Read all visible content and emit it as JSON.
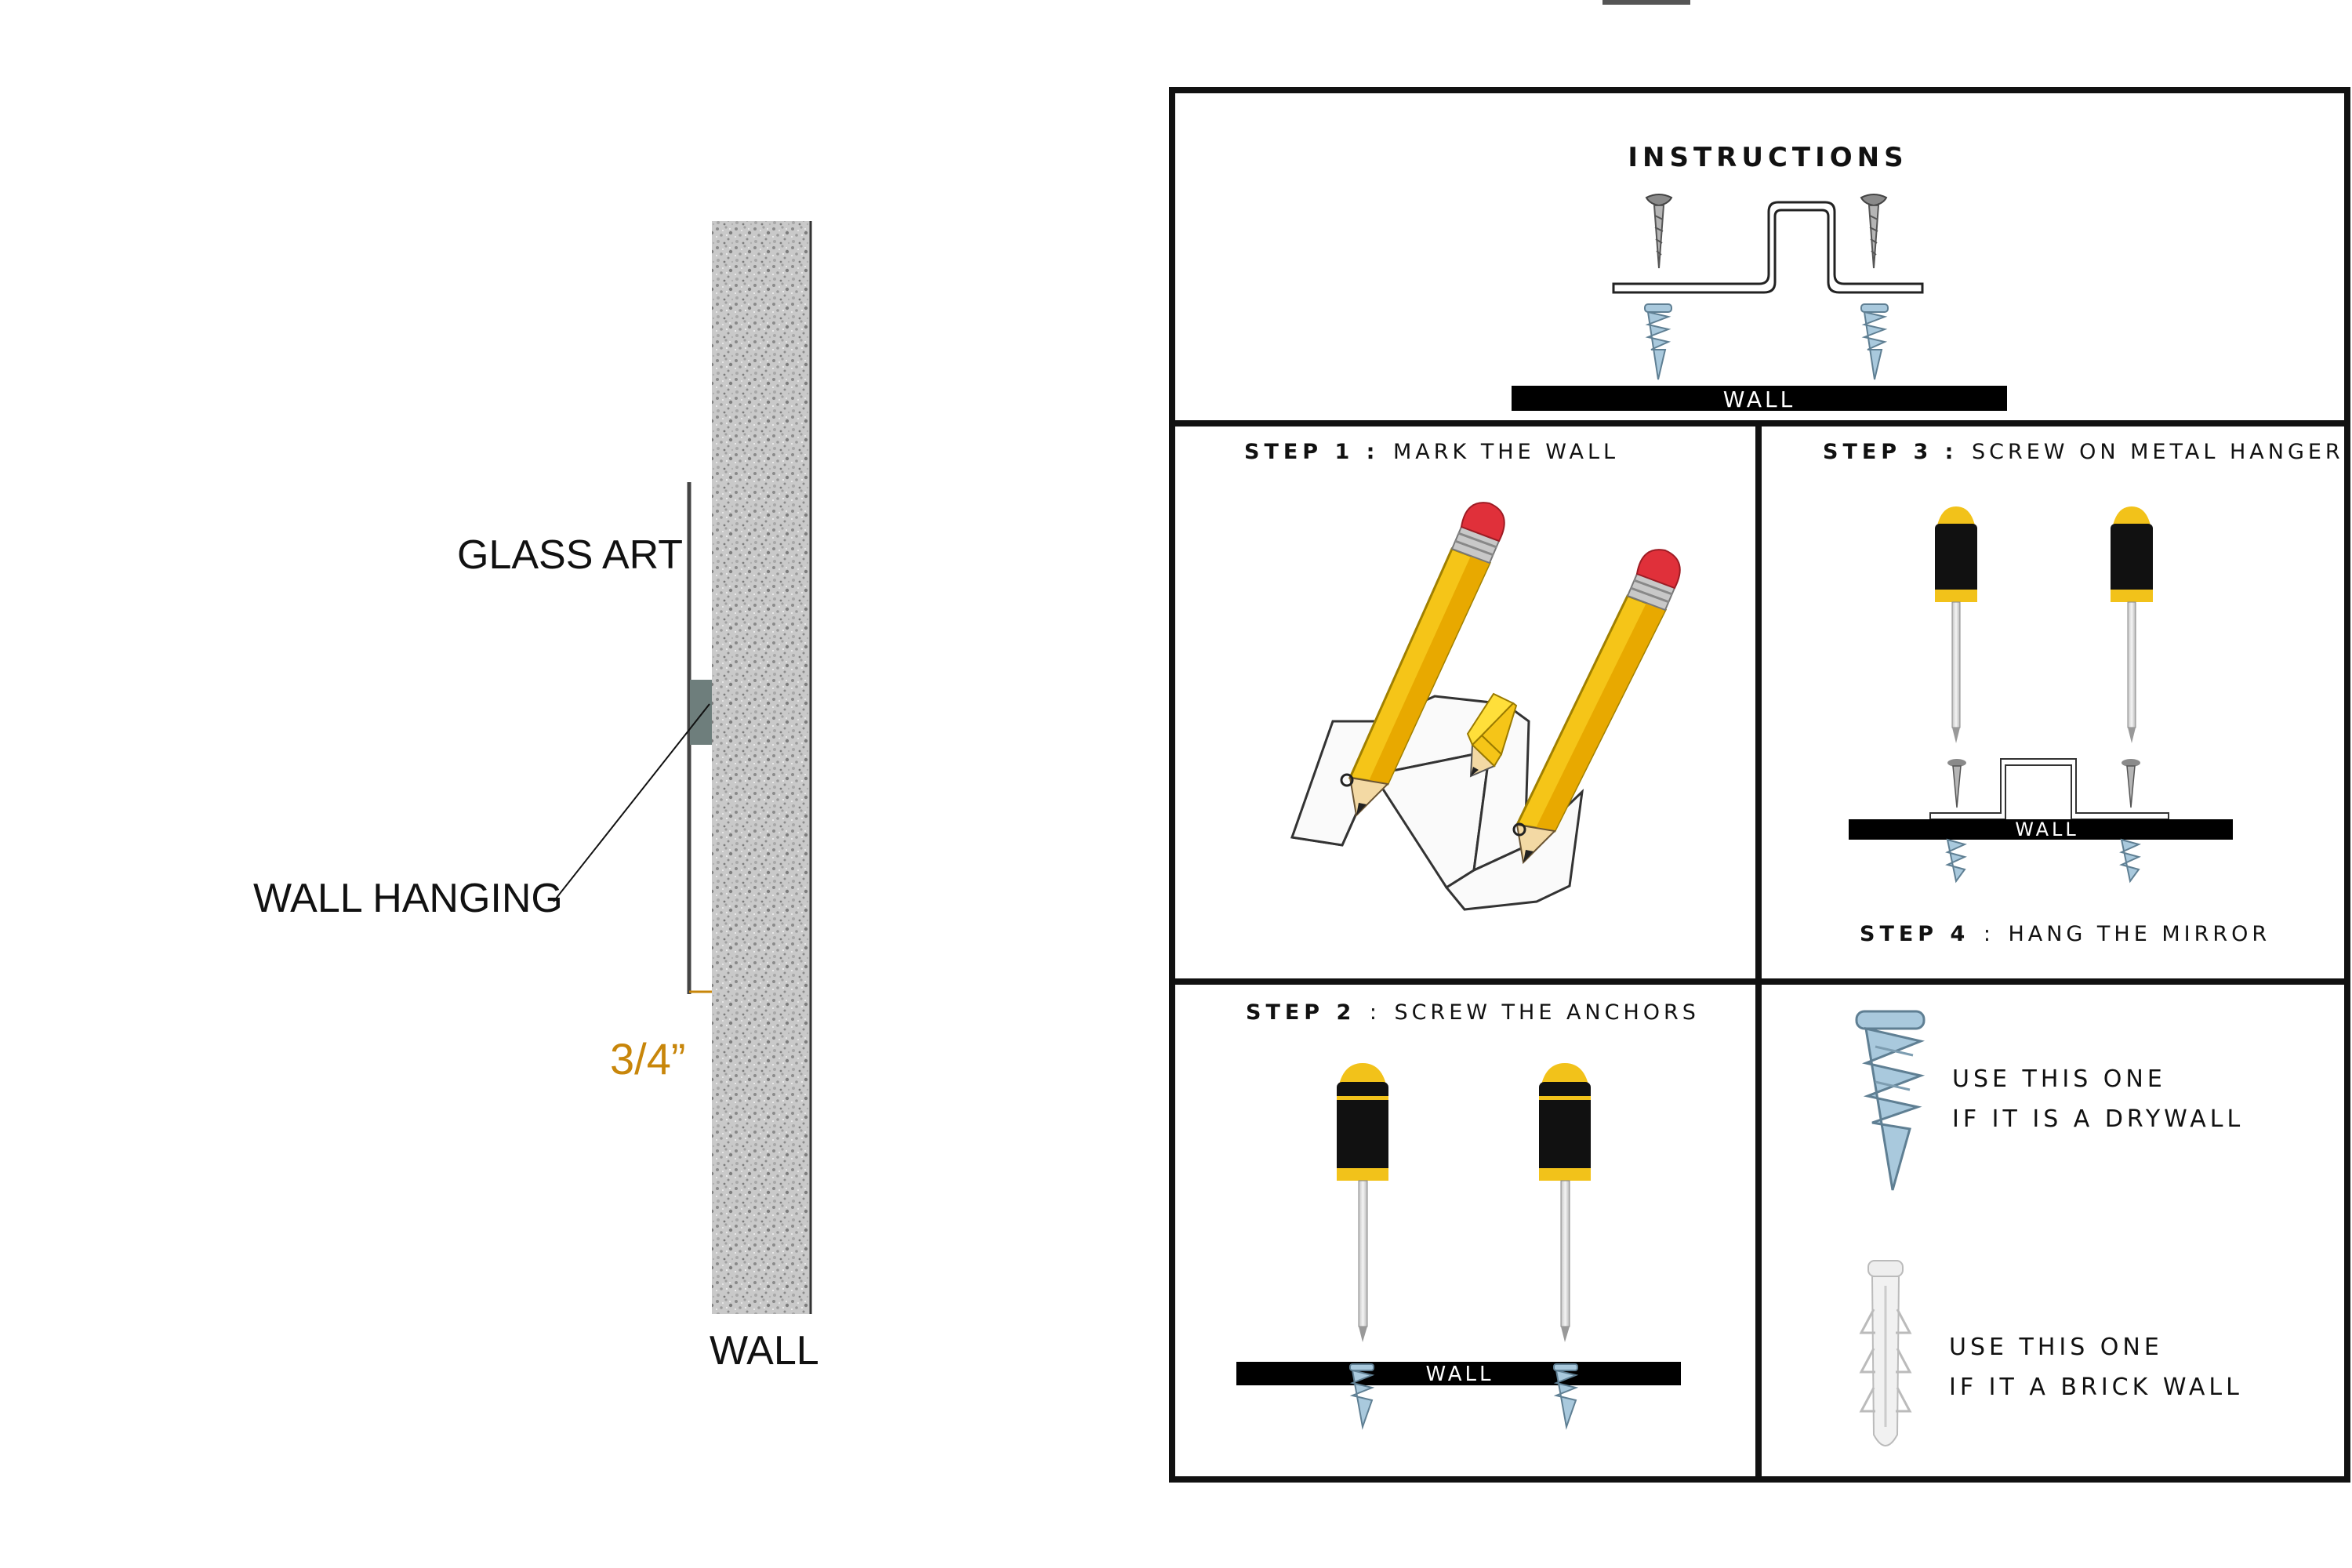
{
  "side_view": {
    "glass_art_label": "GLASS ART",
    "wall_hanging_label": "WALL HANGING",
    "gap_label": "3/4”",
    "wall_label": "WALL",
    "gap_color": "#c8860a"
  },
  "instructions": {
    "title": "INSTRUCTIONS",
    "wall_label": "WALL",
    "step1": {
      "num": "STEP 1 :",
      "text": "MARK THE WALL"
    },
    "step2": {
      "num": "STEP 2",
      "sep": ":",
      "text": "SCREW THE ANCHORS",
      "wall_label": "WALL"
    },
    "step3": {
      "num": "STEP 3 :",
      "text": "SCREW ON METAL HANGER",
      "wall_label": "WALL"
    },
    "step4": {
      "num": "STEP 4",
      "sep": ":",
      "text": "HANG THE MIRROR"
    },
    "drywall": {
      "line1": "USE THIS ONE",
      "line2": "IF IT IS A DRYWALL"
    },
    "brick": {
      "line1": "USE THIS ONE",
      "line2": "IF IT A BRICK WALL"
    }
  },
  "colors": {
    "pencil_body": "#f5c518",
    "pencil_eraser": "#e0303a",
    "screwdriver_handle": "#111111",
    "screwdriver_cap": "#f2c21a",
    "anchor_blue": "#a9c9dd",
    "plug_white": "#eeeeee"
  }
}
